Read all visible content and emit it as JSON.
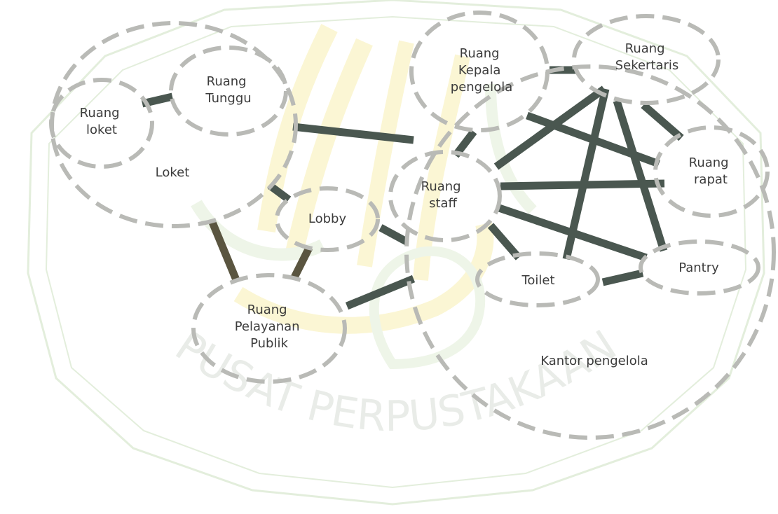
{
  "colors": {
    "link_dark": "#4a5750",
    "link_olive": "#5a5540",
    "bubble_outline": "#b9bab6",
    "watermark_green": "#e3eedc",
    "watermark_gold": "#fbf6d4"
  },
  "watermark": {
    "arc_text": "PUSAT PERPUSTAKAAN"
  },
  "zones": {
    "loket": {
      "label": "Loket"
    },
    "kantor": {
      "label": "Kantor pengelola"
    }
  },
  "rooms": {
    "loket_room": {
      "lines": [
        "Ruang",
        "loket"
      ]
    },
    "tunggu": {
      "lines": [
        "Ruang",
        "Tunggu"
      ]
    },
    "lobby": {
      "lines": [
        "Lobby"
      ]
    },
    "pelayanan": {
      "lines": [
        "Ruang",
        "Pelayanan",
        "Publik"
      ]
    },
    "staff": {
      "lines": [
        "Ruang",
        "staff"
      ]
    },
    "kepala": {
      "lines": [
        "Ruang",
        "Kepala",
        "pengelola"
      ]
    },
    "sekretaris": {
      "lines": [
        "Ruang",
        "Sekertaris"
      ]
    },
    "rapat": {
      "lines": [
        "Ruang",
        "rapat"
      ]
    },
    "toilet": {
      "lines": [
        "Toilet"
      ]
    },
    "pantry": {
      "lines": [
        "Pantry"
      ]
    }
  },
  "connections": [
    {
      "from": "loket_room",
      "to": "tunggu",
      "tone": "dark"
    },
    {
      "from": "tunggu",
      "to": "staff",
      "tone": "dark"
    },
    {
      "from": "loket_zone",
      "to": "lobby",
      "tone": "dark"
    },
    {
      "from": "loket_zone",
      "to": "pelayanan",
      "tone": "olive"
    },
    {
      "from": "lobby",
      "to": "pelayanan",
      "tone": "olive"
    },
    {
      "from": "lobby",
      "to": "staff",
      "tone": "dark"
    },
    {
      "from": "pelayanan",
      "to": "staff",
      "tone": "dark"
    },
    {
      "from": "kepala",
      "to": "sekretaris",
      "tone": "dark"
    },
    {
      "from": "kepala",
      "to": "staff",
      "tone": "dark"
    },
    {
      "from": "kepala",
      "to": "rapat",
      "tone": "dark"
    },
    {
      "from": "sekretaris",
      "to": "staff",
      "tone": "dark"
    },
    {
      "from": "sekretaris",
      "to": "rapat",
      "tone": "dark"
    },
    {
      "from": "sekretaris",
      "to": "toilet",
      "tone": "dark"
    },
    {
      "from": "sekretaris",
      "to": "pantry",
      "tone": "dark"
    },
    {
      "from": "staff",
      "to": "rapat",
      "tone": "dark"
    },
    {
      "from": "staff",
      "to": "pantry",
      "tone": "dark"
    },
    {
      "from": "staff",
      "to": "toilet",
      "tone": "dark"
    },
    {
      "from": "toilet",
      "to": "pantry",
      "tone": "dark"
    }
  ]
}
